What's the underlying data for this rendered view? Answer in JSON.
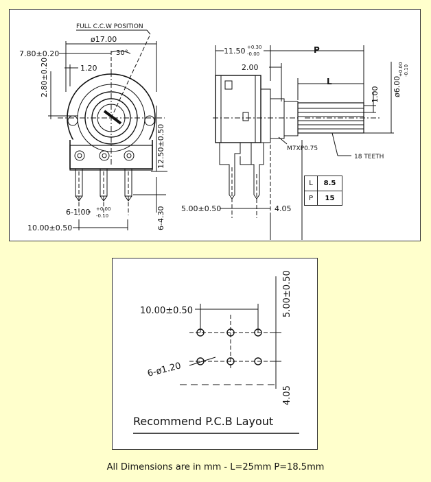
{
  "top_drawing": {
    "ccw_label": "FULL C.C.W POSITION",
    "dia17": "ø17.00",
    "angle30": "30°",
    "dim_7_80": "7.80±0.20",
    "dim_1_20": "1.20",
    "dim_2_80": "2.80±0.20",
    "dim_12_50": "12.50±0.50",
    "dim_6_1_00": "6-1.00",
    "tol_1_00_up": "+0.00",
    "tol_1_00_dn": "-0.10",
    "dim_10_00": "10.00±0.50",
    "dim_6_4_30": "6-4.30",
    "dim_11_50": "11.50",
    "tol_11_50_up": "+0.30",
    "tol_11_50_dn": "-0.00",
    "dim_2_00": "2.00",
    "label_p": "P",
    "label_l": "L",
    "dim_1_00": "1.00",
    "dim_6_00": "ø6.00",
    "tol_6_00_up": "+0.00",
    "tol_6_00_dn": "-0.10",
    "thread": "M7XP0.75",
    "teeth": "18 TEETH",
    "dim_5_00": "5.00±0.50",
    "dim_4_05": "4.05",
    "table": [
      {
        "key": "L",
        "value": "8.5"
      },
      {
        "key": "P",
        "value": "15"
      }
    ]
  },
  "pcb_layout": {
    "dim_10_00": "10.00±0.50",
    "dim_5_00": "5.00±0.50",
    "holes": "6-ø1.20",
    "dim_4_05": "4.05",
    "title": "Recommend P.C.B Layout"
  },
  "caption": "All Dimensions are in mm - L=25mm P=18.5mm"
}
